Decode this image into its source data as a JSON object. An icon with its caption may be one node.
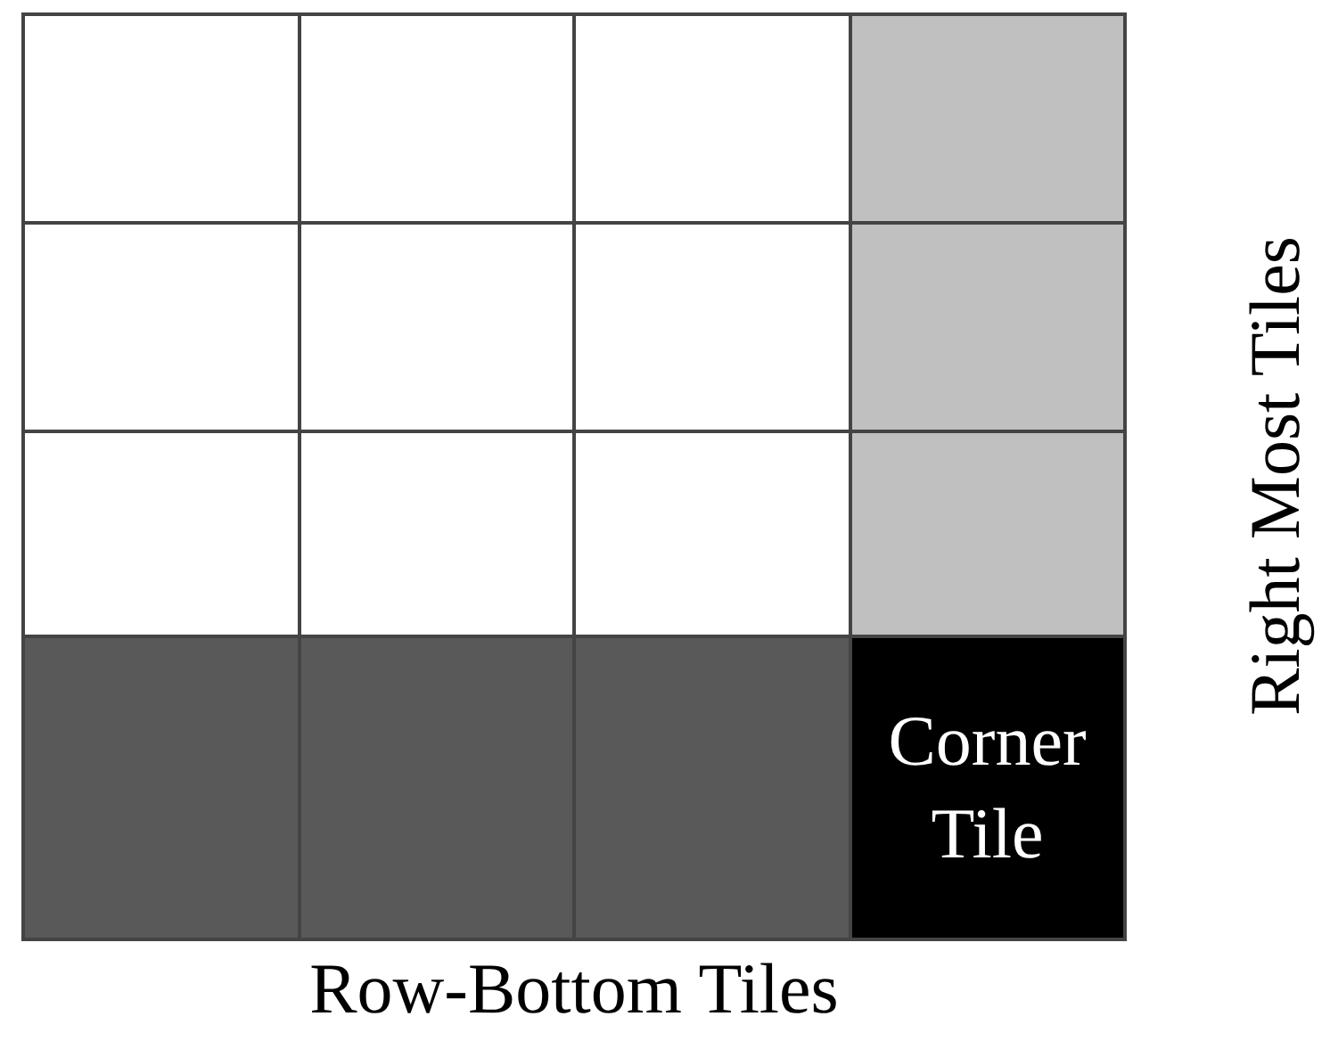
{
  "diagram": {
    "nodes": [
      {
        "text": [],
        "shape": "box"
      },
      {
        "text": [],
        "shape": "box"
      },
      {
        "text": [],
        "shape": "box"
      },
      {
        "text": [],
        "shape": "box"
      },
      {
        "text": [],
        "shape": "box"
      },
      {
        "text": [],
        "shape": "box"
      },
      {
        "text": [],
        "shape": "box"
      },
      {
        "text": [],
        "shape": "box"
      },
      {
        "text": [],
        "shape": "box"
      },
      {
        "text": [],
        "shape": "box"
      },
      {
        "text": [],
        "shape": "box"
      },
      {
        "text": [],
        "shape": "box"
      },
      {
        "text": [],
        "shape": "box"
      },
      {
        "text": [],
        "shape": "box"
      },
      {
        "text": [],
        "shape": "box"
      },
      {
        "text": [
          "Corner Tile"
        ]
      }
    ],
    "labels": [
      "Right Most Tiles",
      "Row-Bottom Tiles"
    ]
  }
}
